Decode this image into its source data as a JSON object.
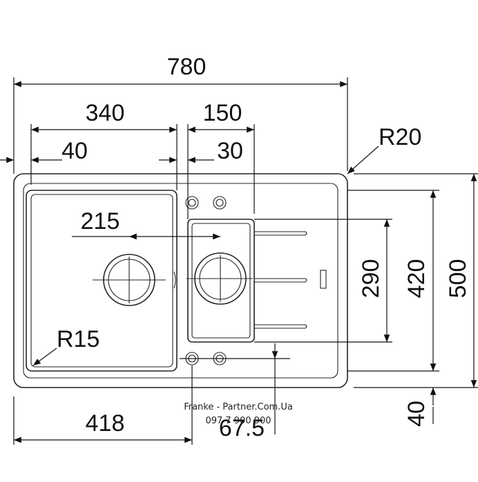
{
  "dimensions": {
    "overall_width": "780",
    "bowl_width": "340",
    "small_bowl_width": "150",
    "left_offset": "40",
    "gap_offset": "30",
    "outer_radius": "R20",
    "drain_spacing": "215",
    "inner_radius": "R15",
    "drainer_height": "290",
    "bowl_height": "420",
    "overall_height": "500",
    "bottom_offset": "40",
    "drain_to_left": "418",
    "drain_offset": "67.5"
  },
  "watermark": {
    "line1": "Franke - Partner.Com.Ua",
    "line2": "097 7 900 900"
  }
}
